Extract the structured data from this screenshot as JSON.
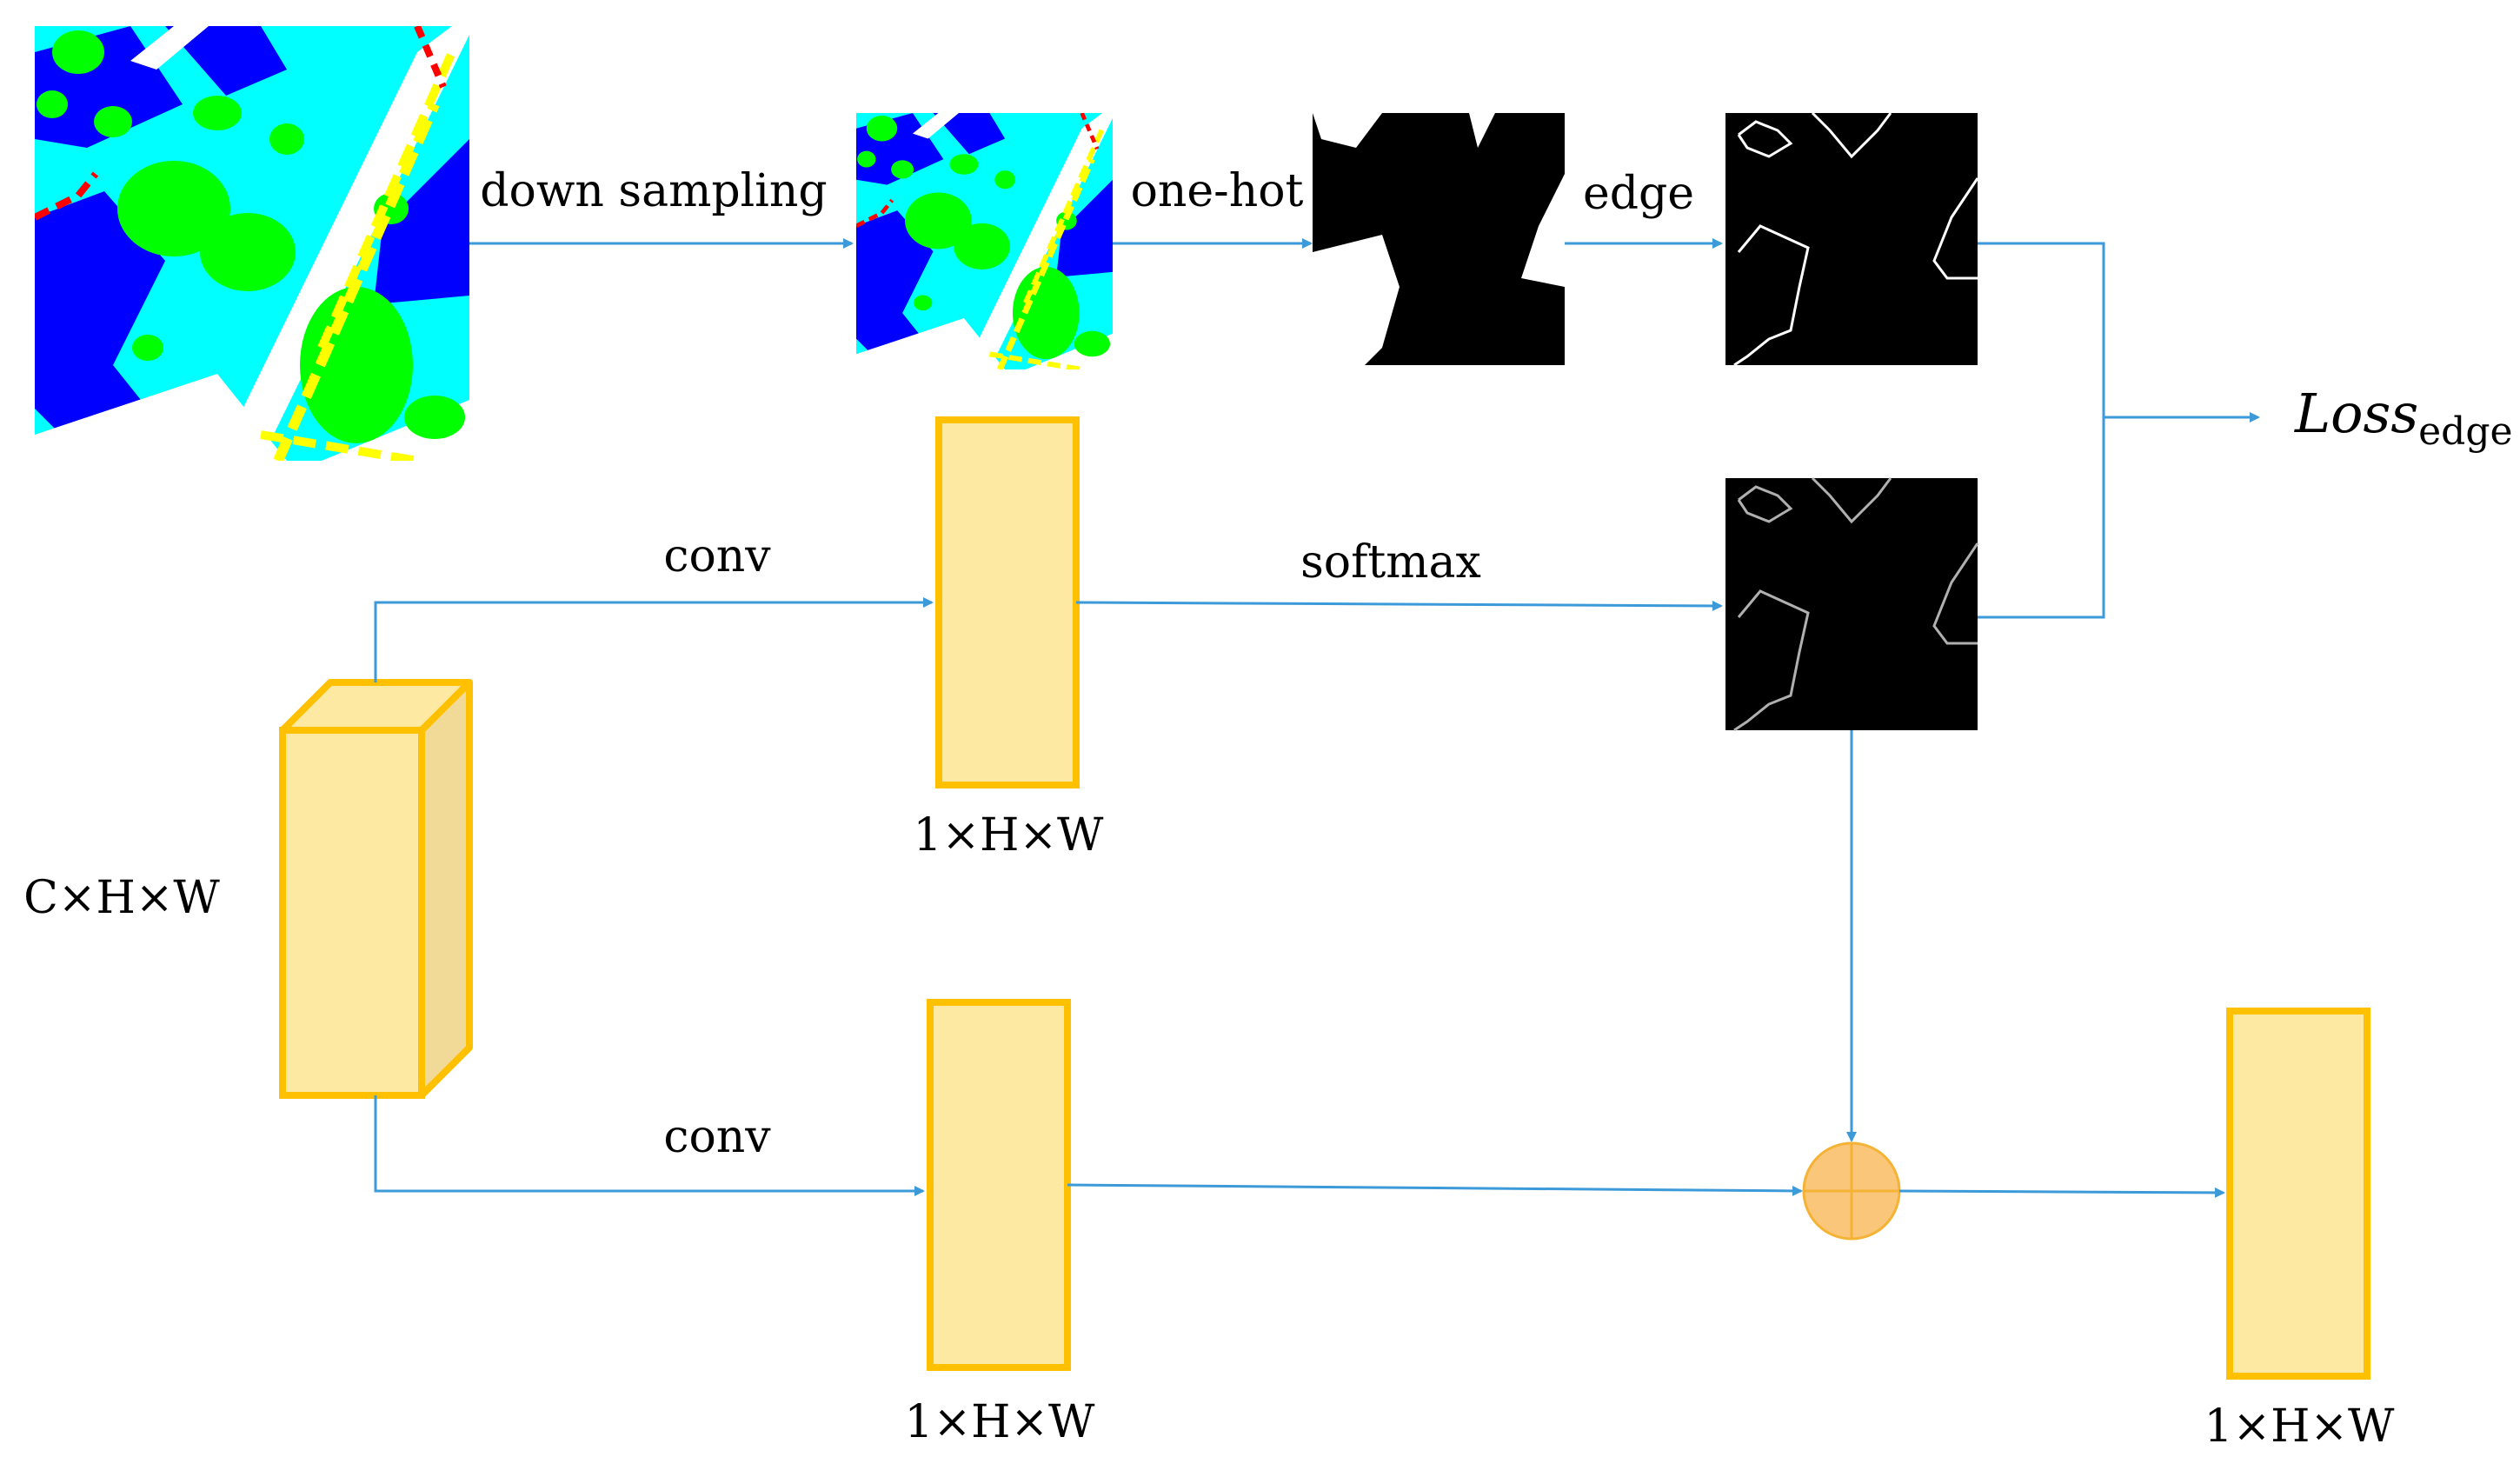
{
  "labels": {
    "down_sampling": "down sampling",
    "one_hot": "one-hot",
    "edge": "edge",
    "loss_main": "Loss",
    "loss_sub": "edge",
    "conv_top": "conv",
    "softmax": "softmax",
    "conv_bottom": "conv",
    "feature_dims": "C×H×W",
    "dims_top": "1×H×W",
    "dims_bottom": "1×H×W",
    "dims_output": "1×H×W"
  },
  "colors": {
    "arrow": "#3c9ad8",
    "box_fill": "#fde9a1",
    "box_stroke": "#ffc000",
    "box_side": "#f1d998",
    "plus_fill": "#f9c67a",
    "seg_cyan": "#00ffff",
    "seg_blue": "#0000ff",
    "seg_green": "#00ff00",
    "seg_yellow": "#ffff00",
    "seg_red": "#ff0000"
  }
}
